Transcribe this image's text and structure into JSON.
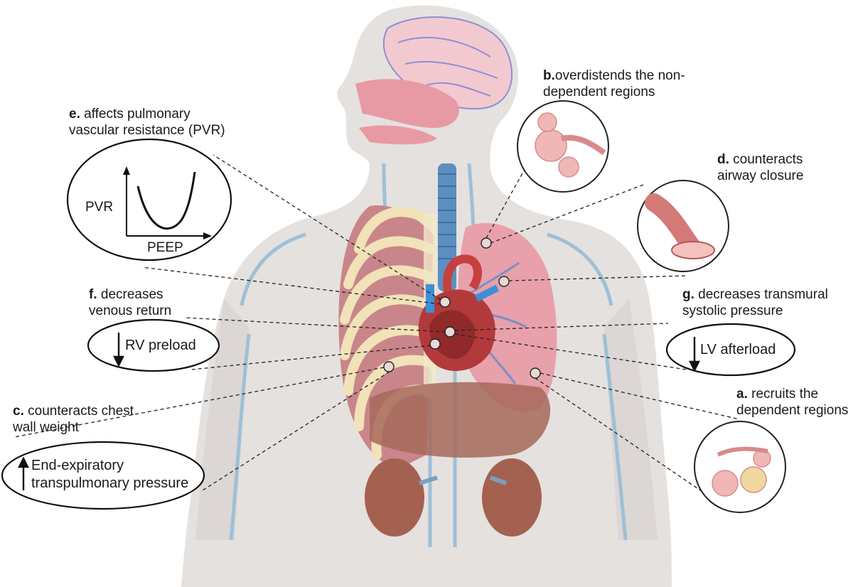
{
  "labels": {
    "b": {
      "letter": "b.",
      "line1": "overdistends the non-",
      "line2": "dependent regions"
    },
    "e": {
      "letter": "e.",
      "line1": " affects pulmonary",
      "line2": "vascular resistance (PVR)"
    },
    "d": {
      "letter": "d.",
      "line1": " counteracts",
      "line2": "airway closure"
    },
    "f": {
      "letter": "f.",
      "line1": " decreases",
      "line2": "venous return"
    },
    "g": {
      "letter": "g.",
      "line1": " decreases transmural",
      "line2": "systolic pressure"
    },
    "c": {
      "letter": "c.",
      "line1": " counteracts chest",
      "line2": "wall weight"
    },
    "a": {
      "letter": "a.",
      "line1": " recruits the",
      "line2": "dependent regions"
    }
  },
  "ovals": {
    "rv": {
      "text": "RV preload",
      "arrow": "down"
    },
    "lv": {
      "text": "LV afterload",
      "arrow": "down"
    },
    "pressure": {
      "line1": "End-expiratory",
      "line2": "transpulmonary pressure",
      "arrow": "up"
    }
  },
  "pvr_chart": {
    "ylabel": "PVR",
    "xlabel": "PEEP"
  },
  "colors": {
    "skin": "#e4e0de",
    "lung": "#e8a0ab",
    "rib": "#f1e2b8",
    "muscle": "#c9868a",
    "vessel_blue": "#8fb6d1",
    "trachea": "#5c8fc0",
    "heart": "#b23a3a",
    "liver": "#a7685c",
    "brain": "#f2c9cf"
  }
}
